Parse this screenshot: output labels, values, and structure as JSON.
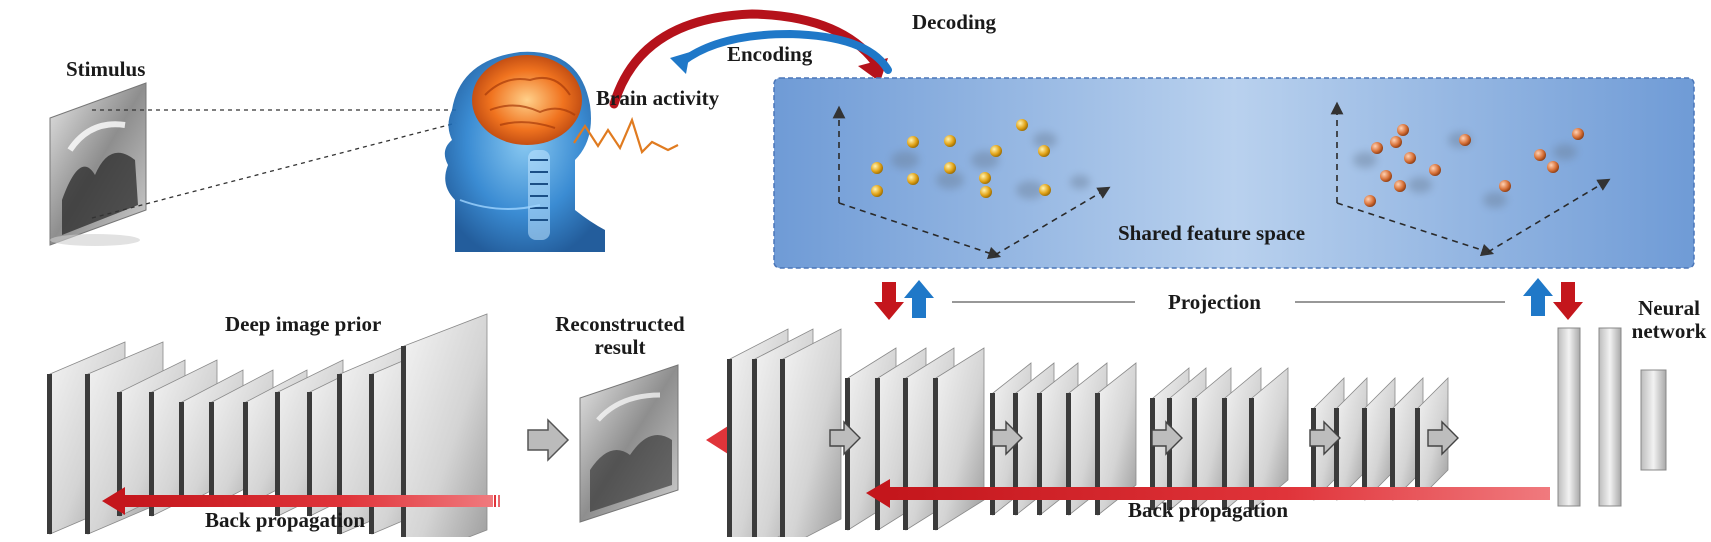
{
  "labels": {
    "stimulus": "Stimulus",
    "brain_activity": "Brain activity",
    "encoding": "Encoding",
    "decoding": "Decoding",
    "shared_feature_space": "Shared feature space",
    "projection": "Projection",
    "neural_network_line1": "Neural",
    "neural_network_line2": "network",
    "deep_image_prior": "Deep image prior",
    "reconstructed_line1": "Reconstructed",
    "reconstructed_line2": "result",
    "back_propagation_left": "Back propagation",
    "back_propagation_right": "Back propagation"
  },
  "colors": {
    "feature_space_fill": "#8fb4e2",
    "feature_space_border": "#5b86c4",
    "decoding_arrow": "#b5121b",
    "encoding_arrow": "#1f78c8",
    "back_propagation_arrow": "#c4161c",
    "gold_node": "#e3a51a",
    "copper_node": "#d9733a",
    "brain_signal": "#e07b20",
    "brain_glow": "#f0731f",
    "head_blue": "#1e6fbf"
  }
}
